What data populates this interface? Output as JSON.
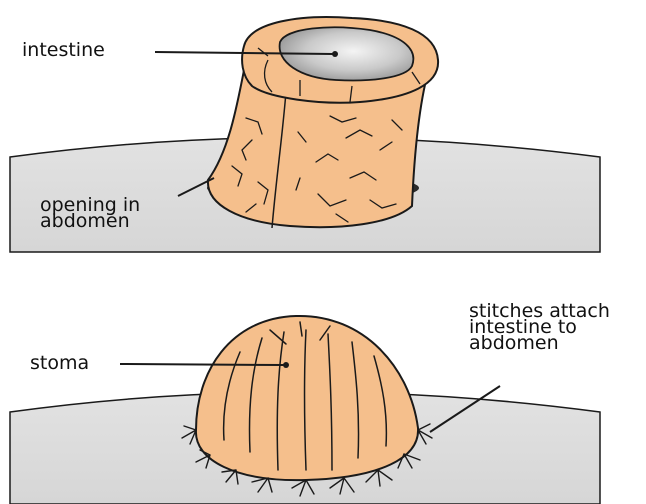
{
  "labels": {
    "intestine": "intestine",
    "opening": "opening in\nabdomen",
    "stoma": "stoma",
    "stitches": "stitches attach\nintestine to\nabdomen"
  },
  "colors": {
    "skin": "#dadada",
    "tissue": "#f5bf8c",
    "tissue_dark": "#e8a66c",
    "lumen": "#9a9a9a",
    "outline": "#1a1a1a"
  }
}
